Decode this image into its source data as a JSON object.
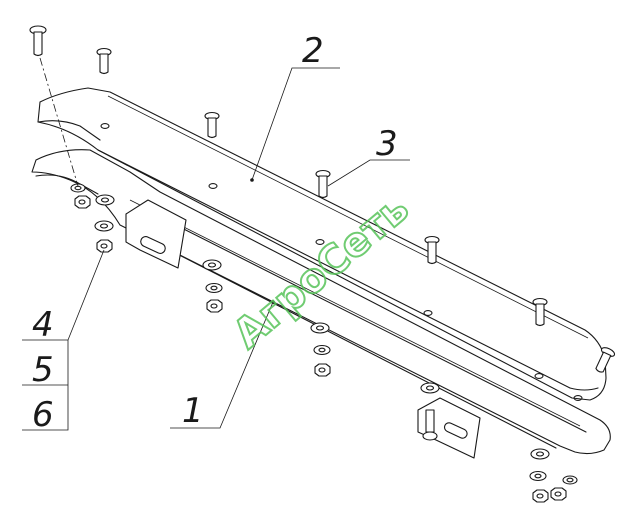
{
  "labels": {
    "l1": "1",
    "l2": "2",
    "l3": "3",
    "l4": "4",
    "l5": "5",
    "l6": "6"
  },
  "watermark": "АгроСеть",
  "colors": {
    "line": "#1a1a1a",
    "background": "#ffffff",
    "watermark": "#58c45a"
  }
}
